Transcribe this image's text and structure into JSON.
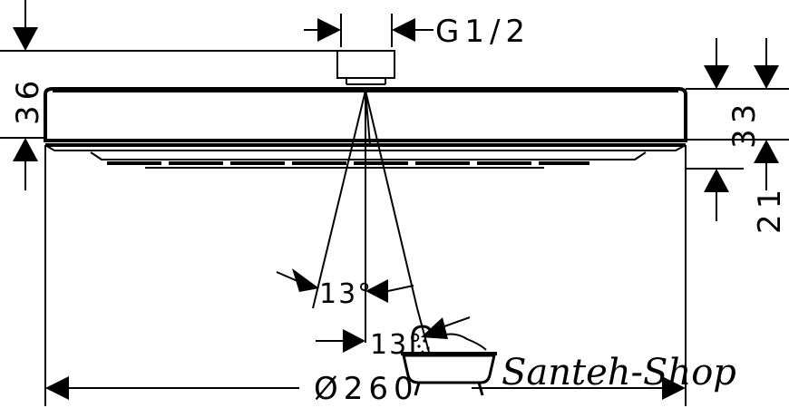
{
  "dimensions": {
    "connection": "G1/2",
    "height_total": "36",
    "height_body": "33",
    "height_gap": "21",
    "angle_upper": "13°",
    "angle_lower": "13°",
    "diameter": "Ø260"
  },
  "watermark": {
    "brand": "Santeh-Shop",
    "icon": "bathtub-icon"
  }
}
